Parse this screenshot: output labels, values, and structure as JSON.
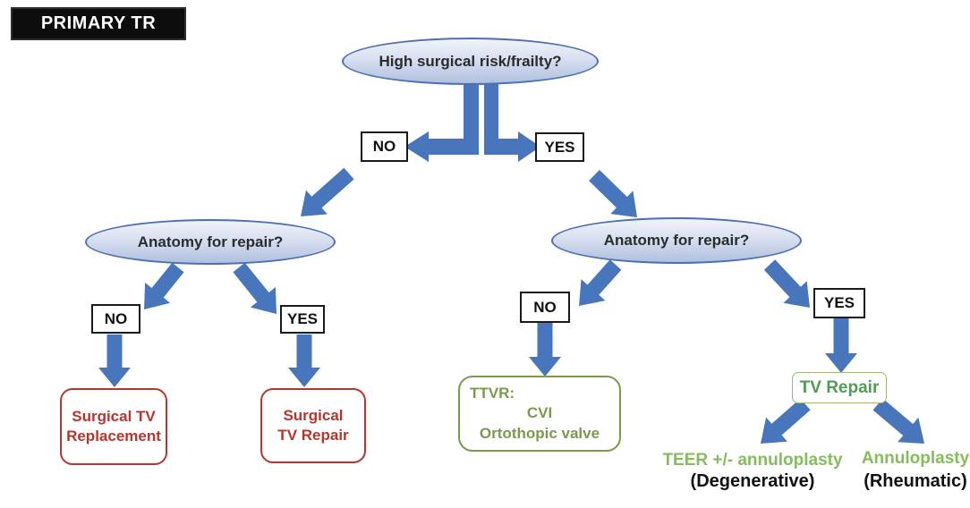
{
  "title": "PRIMARY TR",
  "colors": {
    "arrow_blue": "#4876BC",
    "ellipse_border": "#4D6FB3",
    "ellipse_fill_top": "#F0F3FA",
    "ellipse_fill_bottom": "#AFC0DF",
    "red": "#B5362E",
    "olive_green": "#7A9A4C",
    "bright_green": "#85BD5E",
    "repair_green": "#4F9B57"
  },
  "root": {
    "question": "High surgical risk/frailty?",
    "no_label": "NO",
    "yes_label": "YES"
  },
  "left_branch": {
    "question": "Anatomy for repair?",
    "no_label": "NO",
    "yes_label": "YES",
    "no_outcome": {
      "line1": "Surgical TV",
      "line2": "Replacement"
    },
    "yes_outcome": {
      "line1": "Surgical",
      "line2": "TV Repair"
    }
  },
  "right_branch": {
    "question": "Anatomy for repair?",
    "no_label": "NO",
    "yes_label": "YES",
    "no_outcome": {
      "line1": "TTVR:",
      "line2": "CVI",
      "line3": "Ortothopic valve"
    },
    "yes_outcome": {
      "label": "TV Repair",
      "left_leaf": {
        "label": "TEER +/- annuloplasty",
        "sublabel": "(Degenerative)"
      },
      "right_leaf": {
        "label": "Annuloplasty",
        "sublabel": "(Rheumatic)"
      }
    }
  }
}
